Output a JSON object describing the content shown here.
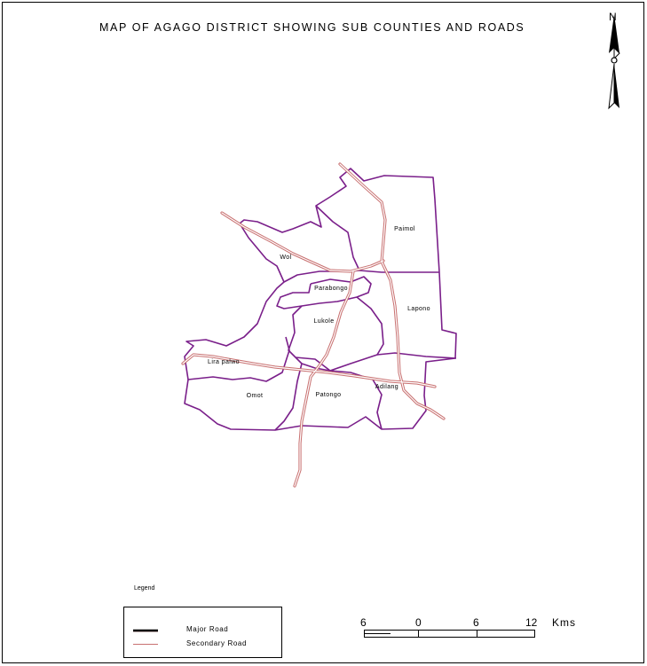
{
  "map": {
    "title": "MAP OF AGAGO DISTRICT SHOWING SUB COUNTIES AND ROADS",
    "north_label": "N",
    "north_icon": "north-arrow-icon",
    "boundary_color": "#7a1f8a",
    "sub_counties": [
      {
        "name": "Paimol"
      },
      {
        "name": "Wol"
      },
      {
        "name": "Parabongo"
      },
      {
        "name": "Lapono"
      },
      {
        "name": "Lukole"
      },
      {
        "name": "Lira palwo"
      },
      {
        "name": "Omot"
      },
      {
        "name": "Patongo"
      },
      {
        "name": "Adilang"
      }
    ]
  },
  "legend": {
    "title": "Legend",
    "items": [
      {
        "label": "Major Road",
        "color": "#000000",
        "accent": "#8b0000"
      },
      {
        "label": "Secondary Road",
        "color": "#c87070",
        "accent": "#ffffff"
      }
    ]
  },
  "scale_bar": {
    "labels": [
      "6",
      "0",
      "6",
      "12"
    ],
    "unit": "Kms"
  }
}
